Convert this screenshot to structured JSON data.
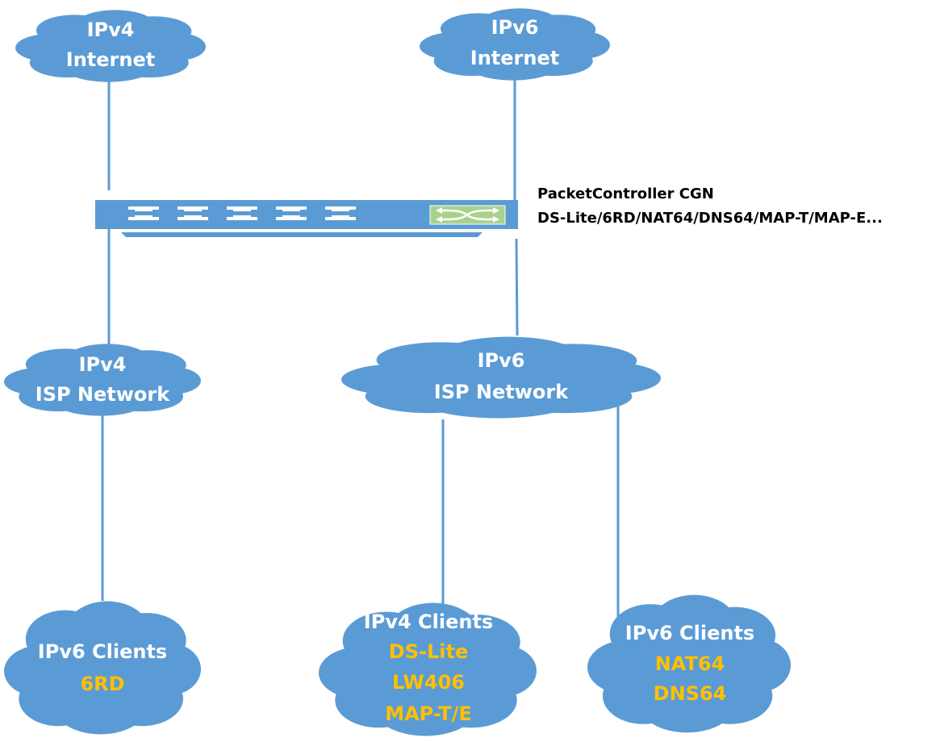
{
  "colors": {
    "cloud_fill": "#5B9BD5",
    "link": "#5B9BD5",
    "device_body": "#5B9BD5",
    "device_port": "#FFFFFF",
    "switch_icon_fill": "#A9D18E",
    "label_white": "#FFFFFF",
    "label_accent": "#FFC000",
    "device_label": "#000000"
  },
  "clouds": {
    "ipv4_internet": {
      "title": [
        "IPv4",
        "Internet"
      ],
      "protocols": []
    },
    "ipv6_internet": {
      "title": [
        "IPv6",
        "Internet"
      ],
      "protocols": []
    },
    "ipv4_isp": {
      "title": [
        "IPv4",
        "ISP Network"
      ],
      "protocols": []
    },
    "ipv6_isp": {
      "title": [
        "IPv6",
        "ISP Network"
      ],
      "protocols": []
    },
    "ipv6_clients_6rd": {
      "title": [
        "IPv6 Clients"
      ],
      "protocols": [
        "6RD"
      ]
    },
    "ipv4_clients": {
      "title": [
        "IPv4 Clients"
      ],
      "protocols": [
        "DS-Lite",
        "LW406",
        "MAP-T/E"
      ]
    },
    "ipv6_clients_nat64": {
      "title": [
        "IPv6 Clients"
      ],
      "protocols": [
        "NAT64",
        "DNS64"
      ]
    }
  },
  "device": {
    "name": "PacketController CGN",
    "features": "DS-Lite/6RD/NAT64/DNS64/MAP-T/MAP-E...",
    "port_count": 5,
    "icon": "switch-arrows-icon"
  },
  "links": [
    {
      "from": "ipv4_internet",
      "to": "device"
    },
    {
      "from": "ipv6_internet",
      "to": "device"
    },
    {
      "from": "device",
      "to": "ipv4_isp"
    },
    {
      "from": "device",
      "to": "ipv6_isp"
    },
    {
      "from": "ipv4_isp",
      "to": "ipv6_clients_6rd"
    },
    {
      "from": "ipv6_isp",
      "to": "ipv4_clients"
    },
    {
      "from": "ipv6_isp",
      "to": "ipv6_clients_nat64"
    }
  ]
}
